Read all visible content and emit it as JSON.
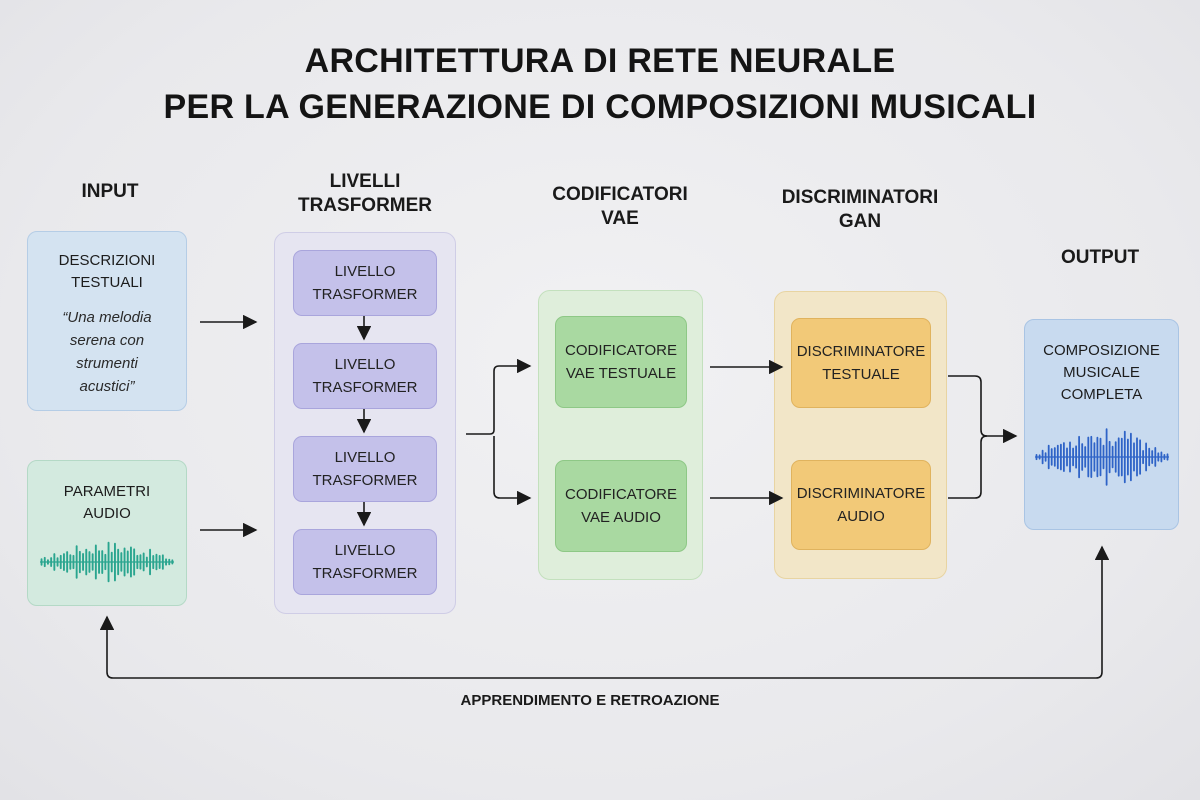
{
  "title": {
    "line1": "ARCHITETTURA DI RETE NEURALE",
    "line2": "PER LA GENERAZIONE DI COMPOSIZIONI MUSICALI"
  },
  "columns": {
    "input": "INPUT",
    "transformer": "LIVELLI\nTRASFORMER",
    "vae": "CODIFICATORI\nVAE",
    "gan": "DISCRIMINATORI\nGAN",
    "output": "OUTPUT"
  },
  "input": {
    "text_box": {
      "label": "DESCRIZIONI\nTESTUALI",
      "quote": "“Una melodia\nserena con\nstrumenti\nacustici”"
    },
    "audio_box": {
      "label": "PARAMETRI\nAUDIO"
    }
  },
  "transformer": {
    "layers": [
      "LIVELLO\nTRASFORMER",
      "LIVELLO\nTRASFORMER",
      "LIVELLO\nTRASFORMER",
      "LIVELLO\nTRASFORMER"
    ]
  },
  "vae": {
    "text": "CODIFICATORE\nVAE TESTUALE",
    "audio": "CODIFICATORE\nVAE AUDIO"
  },
  "gan": {
    "text": "DISCRIMINATORE\nTESTUALE",
    "audio": "DISCRIMINATORE\nAUDIO"
  },
  "output": {
    "label": "COMPOSIZIONE\nMUSICALE\nCOMPLETA"
  },
  "feedback": {
    "label": "APPRENDIMENTO E RETROAZIONE"
  },
  "colors": {
    "transformer": "#c4c1ea",
    "vae": "#a9d9a1",
    "gan": "#f2c978",
    "input_text": "#cfe0f0",
    "input_audio": "#cfe8dc",
    "output": "#c2d6ee",
    "wave_input": "#2aa58f",
    "wave_output": "#2e63c7"
  }
}
